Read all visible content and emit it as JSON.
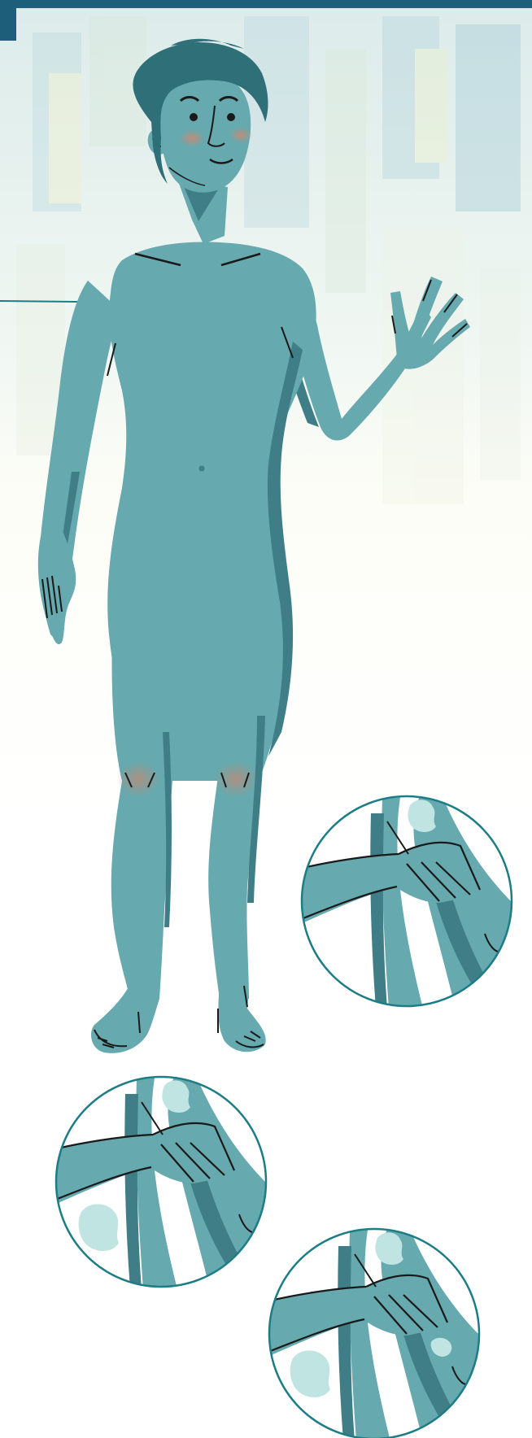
{
  "illustration": {
    "subject": "teal-figure-with-skin-patches",
    "colors": {
      "skin": "#66a9ae",
      "skin_shadow": "#3f7e86",
      "hair": "#2f6f78",
      "outline": "#1a1a1a",
      "patch": "#bfe4e2",
      "blush": "#c98a74",
      "accent_line": "#1d7d87",
      "bg_tint": "#e3f0ee",
      "inset_border": "#1d7d87"
    },
    "insets": [
      {
        "name": "knee-inset-one-patch",
        "patches": 1
      },
      {
        "name": "knee-inset-two-patches",
        "patches": 2
      },
      {
        "name": "knee-inset-three-patches",
        "patches": 3
      }
    ]
  }
}
